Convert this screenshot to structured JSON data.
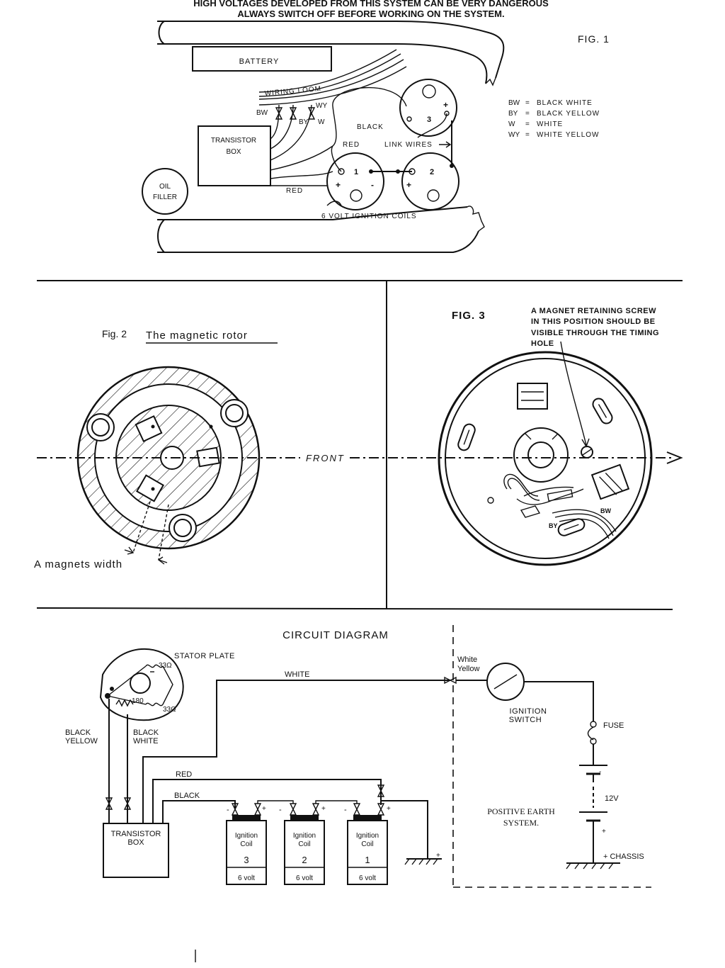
{
  "warning": {
    "line1": "HIGH VOLTAGES DEVELOPED FROM THIS SYSTEM CAN BE VERY DANGEROUS",
    "line2": "ALWAYS SWITCH OFF BEFORE WORKING ON THE SYSTEM."
  },
  "fig1": {
    "label": "FIG. 1",
    "battery": "BATTERY",
    "wiring_loom": "WIRING LOOM",
    "transistor_box": [
      "TRANSISTOR",
      "BOX"
    ],
    "oil_filler": [
      "OIL",
      "FILLER"
    ],
    "wire_bw": "BW",
    "wire_by": "BY",
    "wire_wy": "WY",
    "wire_w": "W",
    "black": "BLACK",
    "red": "RED",
    "red_lower": "RED",
    "link_wires": "LINK WIRES",
    "coil_numbers": [
      "1",
      "2",
      "3"
    ],
    "coils_caption": "6 VOLT IGNITION COILS",
    "legend": [
      {
        "code": "BW",
        "name": "BLACK WHITE"
      },
      {
        "code": "BY",
        "name": "BLACK YELLOW"
      },
      {
        "code": "W",
        "name": "WHITE"
      },
      {
        "code": "WY",
        "name": "WHITE YELLOW"
      }
    ]
  },
  "fig2": {
    "label": "Fig. 2",
    "title": "The magnetic rotor",
    "front": "FRONT",
    "magnets_width": "A magnets width"
  },
  "fig3": {
    "label": "FIG. 3",
    "note": [
      "A MAGNET RETAINING SCREW",
      "IN THIS POSITION SHOULD BE",
      "VISIBLE THROUGH THE TIMING",
      "HOLE"
    ],
    "bw": "BW",
    "by": "BY"
  },
  "circuit": {
    "title": "CIRCUIT DIAGRAM",
    "stator_plate": "STATOR PLATE",
    "r33a": "33Ω",
    "r33b": "33Ω",
    "r180": "180",
    "black_yellow": [
      "BLACK",
      "YELLOW"
    ],
    "black_white": [
      "BLACK",
      "WHITE"
    ],
    "white": "WHITE",
    "red": "RED",
    "black": "BLACK",
    "transistor_box": [
      "TRANSISTOR",
      "BOX"
    ],
    "coils": [
      {
        "name": [
          "Ignition",
          "Coil"
        ],
        "number": "3",
        "volt": "6 volt"
      },
      {
        "name": [
          "Ignition",
          "Coil"
        ],
        "number": "2",
        "volt": "6 volt"
      },
      {
        "name": [
          "Ignition",
          "Coil"
        ],
        "number": "1",
        "volt": "6 volt"
      }
    ],
    "white_yellow": [
      "White",
      "Yellow"
    ],
    "ignition_switch": [
      "IGNITION",
      "SWITCH"
    ],
    "fuse": "FUSE",
    "battery_voltage": "12V",
    "positive_earth": [
      "POSITIVE EARTH",
      "SYSTEM."
    ],
    "chassis": "+ CHASSIS",
    "plus": "+",
    "minus": "-"
  }
}
